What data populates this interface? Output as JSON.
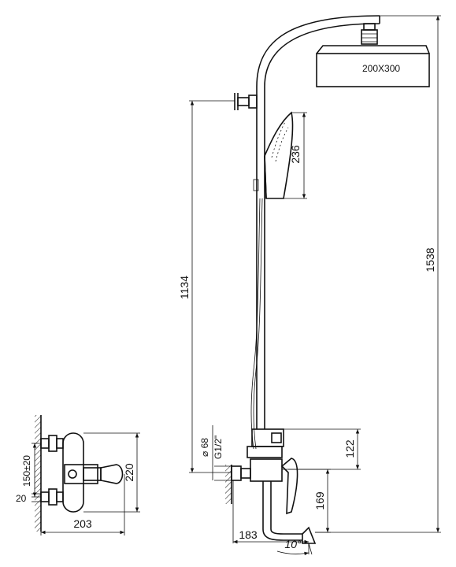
{
  "dimensions": {
    "head_size": "200X300",
    "hand_shower_length": "236",
    "column_height": "1134",
    "overall_height": "1538",
    "diverter_height": "122",
    "spout_height": "169",
    "spout_reach": "183",
    "spout_angle": "10°",
    "pipe_diameter": "⌀ 68",
    "thread": "G1/2\"",
    "mixer_height": "220",
    "mixer_depth": "203",
    "centers": "150±20",
    "eccentric": "20"
  }
}
